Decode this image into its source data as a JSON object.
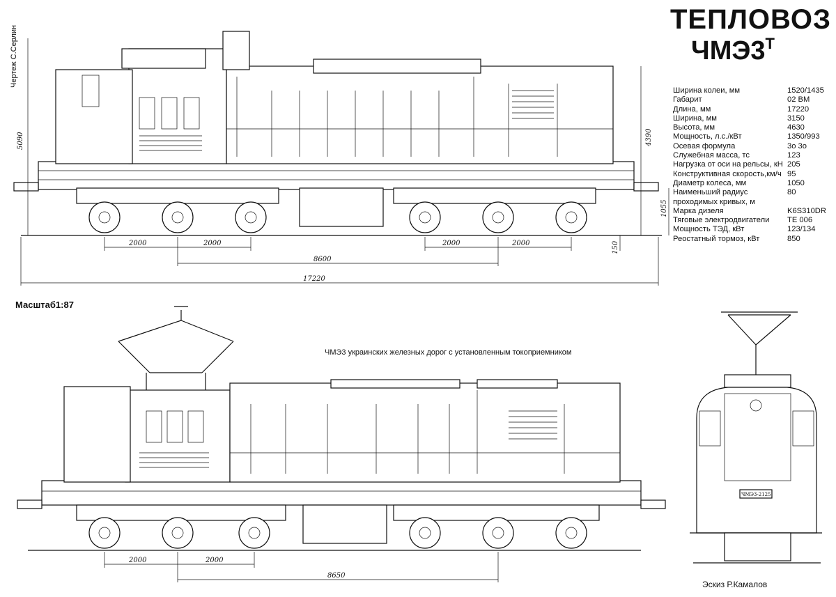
{
  "header": {
    "title_line1": "ТЕПЛОВОЗ",
    "title_line2": "ЧМЭ3",
    "title_sup": "Т",
    "author_vertical": "Чертеж С.Серлин"
  },
  "specs": [
    {
      "label": "Ширина колеи, мм",
      "value": "1520/1435"
    },
    {
      "label": "Габарит",
      "value": "02 ВМ"
    },
    {
      "label": "Длина, мм",
      "value": "17220"
    },
    {
      "label": "Ширина, мм",
      "value": "3150"
    },
    {
      "label": "Высота, мм",
      "value": "4630"
    },
    {
      "label": "Мощность, л.с./кВт",
      "value": "1350/993"
    },
    {
      "label": "Осевая формула",
      "value": "3о 3о"
    },
    {
      "label": "Служебная масса, тс",
      "value": "123"
    },
    {
      "label": "Нагрузка от оси на рельсы, кН",
      "value": "205"
    },
    {
      "label": "Конструктивная скорость,км/ч",
      "value": "95"
    },
    {
      "label": "Диаметр колеса, мм",
      "value": "1050"
    },
    {
      "label": "Наименьший радиус проходимых кривых, м",
      "value": "80"
    },
    {
      "label": "Марка дизеля",
      "value": "K6S310DR"
    },
    {
      "label": "Тяговые электродвигатели",
      "value": "TE 006"
    },
    {
      "label": "Мощность ТЭД, кВт",
      "value": "123/134"
    },
    {
      "label": "Реостатный тормоз, кВт",
      "value": "850"
    }
  ],
  "top_drawing": {
    "dims": {
      "d1": "2000",
      "d2": "2000",
      "d3": "2000",
      "d4": "2000",
      "base": "8600",
      "length": "17220",
      "h_total": "5090",
      "h_body": "4390",
      "h_bottom": "1055",
      "h_low": "150"
    }
  },
  "scale_label": "Масштаб1:87",
  "bottom_drawing": {
    "caption": "ЧМЭ3 украинских железных дорог с установленным токоприемником",
    "dims": {
      "d1": "2000",
      "d2": "2000",
      "base": "8650"
    },
    "plate": "ЧМЭ3-2125"
  },
  "sketch_author": "Эскиз Р.Камалов"
}
